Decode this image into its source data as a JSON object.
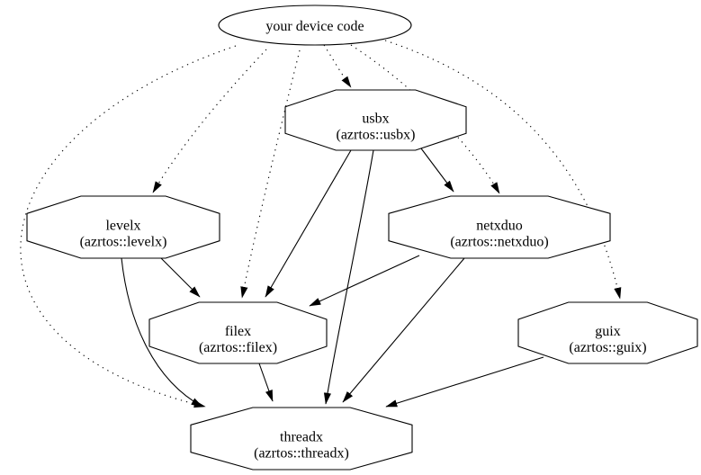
{
  "diagram": {
    "background_color": "#ffffff",
    "stroke_color": "#000000",
    "text_color": "#000000",
    "nodes": [
      {
        "id": "device",
        "shape": "ellipse",
        "lines": [
          "your device code"
        ]
      },
      {
        "id": "usbx",
        "shape": "octagon",
        "lines": [
          "usbx",
          "(azrtos::usbx)"
        ]
      },
      {
        "id": "levelx",
        "shape": "octagon",
        "lines": [
          "levelx",
          "(azrtos::levelx)"
        ]
      },
      {
        "id": "netxduo",
        "shape": "octagon",
        "lines": [
          "netxduo",
          "(azrtos::netxduo)"
        ]
      },
      {
        "id": "filex",
        "shape": "octagon",
        "lines": [
          "filex",
          "(azrtos::filex)"
        ]
      },
      {
        "id": "guix",
        "shape": "octagon",
        "lines": [
          "guix",
          "(azrtos::guix)"
        ]
      },
      {
        "id": "threadx",
        "shape": "octagon",
        "lines": [
          "threadx",
          "(azrtos::threadx)"
        ]
      }
    ],
    "edges": [
      {
        "from": "device",
        "to": "usbx",
        "style": "dotted"
      },
      {
        "from": "device",
        "to": "levelx",
        "style": "dotted"
      },
      {
        "from": "device",
        "to": "netxduo",
        "style": "dotted"
      },
      {
        "from": "device",
        "to": "filex",
        "style": "dotted"
      },
      {
        "from": "device",
        "to": "guix",
        "style": "dotted"
      },
      {
        "from": "device",
        "to": "threadx",
        "style": "dotted"
      },
      {
        "from": "usbx",
        "to": "netxduo",
        "style": "solid"
      },
      {
        "from": "usbx",
        "to": "filex",
        "style": "solid"
      },
      {
        "from": "usbx",
        "to": "threadx",
        "style": "solid"
      },
      {
        "from": "levelx",
        "to": "filex",
        "style": "solid"
      },
      {
        "from": "levelx",
        "to": "threadx",
        "style": "solid"
      },
      {
        "from": "netxduo",
        "to": "filex",
        "style": "solid"
      },
      {
        "from": "netxduo",
        "to": "threadx",
        "style": "solid"
      },
      {
        "from": "filex",
        "to": "threadx",
        "style": "solid"
      },
      {
        "from": "guix",
        "to": "threadx",
        "style": "solid"
      }
    ]
  }
}
